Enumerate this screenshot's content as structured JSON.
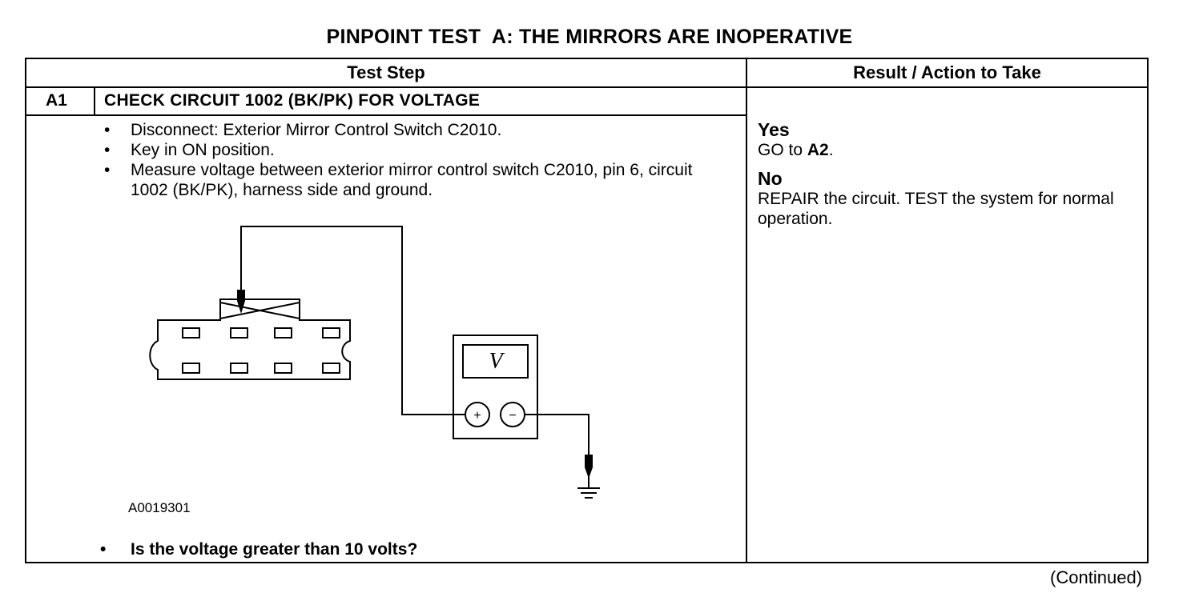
{
  "title": "PINPOINT TEST  A: THE MIRRORS ARE INOPERATIVE",
  "table": {
    "header_left": "Test Step",
    "header_right": "Result / Action to Take"
  },
  "step": {
    "id": "A1",
    "title": "CHECK CIRCUIT 1002 (BK/PK) FOR VOLTAGE",
    "instructions": [
      "Disconnect: Exterior Mirror Control Switch C2010.",
      "Key in ON position.",
      "Measure voltage between exterior mirror control switch C2010, pin 6, circuit 1002 (BK/PK), harness side and ground."
    ],
    "figure_id": "A0019301",
    "meter_symbol": "V",
    "meter_plus": "+",
    "meter_minus": "−",
    "question": "Is the voltage greater than 10 volts?"
  },
  "results": {
    "yes_label": "Yes",
    "yes_text_prefix": "GO to ",
    "yes_text_target": "A2",
    "yes_text_suffix": ".",
    "no_label": "No",
    "no_text": "REPAIR the circuit. TEST the system for normal operation."
  },
  "footer": "(Continued)"
}
